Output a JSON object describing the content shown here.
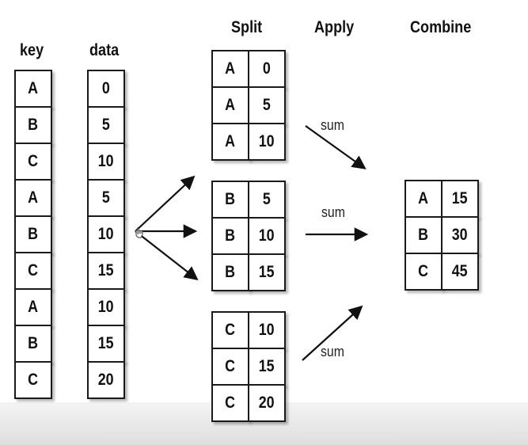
{
  "headers": {
    "key": "key",
    "data": "data",
    "split": "Split",
    "apply": "Apply",
    "combine": "Combine"
  },
  "source": {
    "keys": [
      "A",
      "B",
      "C",
      "A",
      "B",
      "C",
      "A",
      "B",
      "C"
    ],
    "values": [
      "0",
      "5",
      "10",
      "5",
      "10",
      "15",
      "10",
      "15",
      "20"
    ]
  },
  "split_groups": [
    {
      "rows": [
        [
          "A",
          "0"
        ],
        [
          "A",
          "5"
        ],
        [
          "A",
          "10"
        ]
      ]
    },
    {
      "rows": [
        [
          "B",
          "5"
        ],
        [
          "B",
          "10"
        ],
        [
          "B",
          "15"
        ]
      ]
    },
    {
      "rows": [
        [
          "C",
          "10"
        ],
        [
          "C",
          "15"
        ],
        [
          "C",
          "20"
        ]
      ]
    }
  ],
  "apply_labels": [
    "sum",
    "sum",
    "sum"
  ],
  "combined": [
    [
      "A",
      "15"
    ],
    [
      "B",
      "30"
    ],
    [
      "C",
      "45"
    ]
  ]
}
